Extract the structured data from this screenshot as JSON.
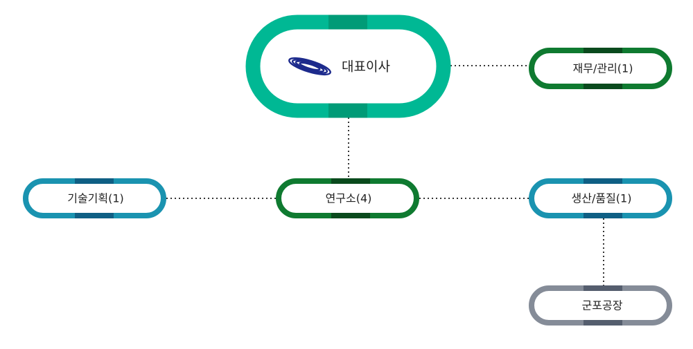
{
  "org_chart": {
    "colors": {
      "ceo_ring": "#00b894",
      "ceo_accent": "#009b77",
      "green_ring": "#0f7a30",
      "green_accent": "#0a4a1d",
      "blue_ring": "#1a93b0",
      "blue_accent": "#0f5f84",
      "gray_ring": "#858c98",
      "gray_accent": "#555e6e",
      "connector": "#333333",
      "logo": "#1c2a8c"
    },
    "nodes": {
      "ceo": {
        "label": "대표이사",
        "logo_icon": "company-logo-icon"
      },
      "finance": {
        "label": "재무/관리(1)"
      },
      "research": {
        "label": "연구소(4)"
      },
      "planning": {
        "label": "기술기획(1)"
      },
      "production": {
        "label": "생산/품질(1)"
      },
      "factory": {
        "label": "군포공장"
      }
    }
  }
}
